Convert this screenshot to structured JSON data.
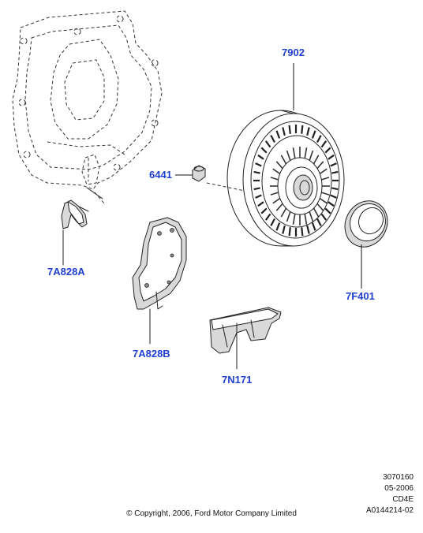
{
  "callouts": {
    "converter": "7902",
    "bolt": "6441",
    "seal": "7F401",
    "bracket_left": "7A828A",
    "shield": "7A828B",
    "support": "7N171"
  },
  "meta": {
    "line1": "3070160",
    "line2": "05-2006",
    "line3": "CD4E",
    "line4": "A0144214-02"
  },
  "copyright": "© Copyright, 2006, Ford Motor Company Limited",
  "colors": {
    "callout": "#1f3fd1",
    "line": "#222222"
  }
}
